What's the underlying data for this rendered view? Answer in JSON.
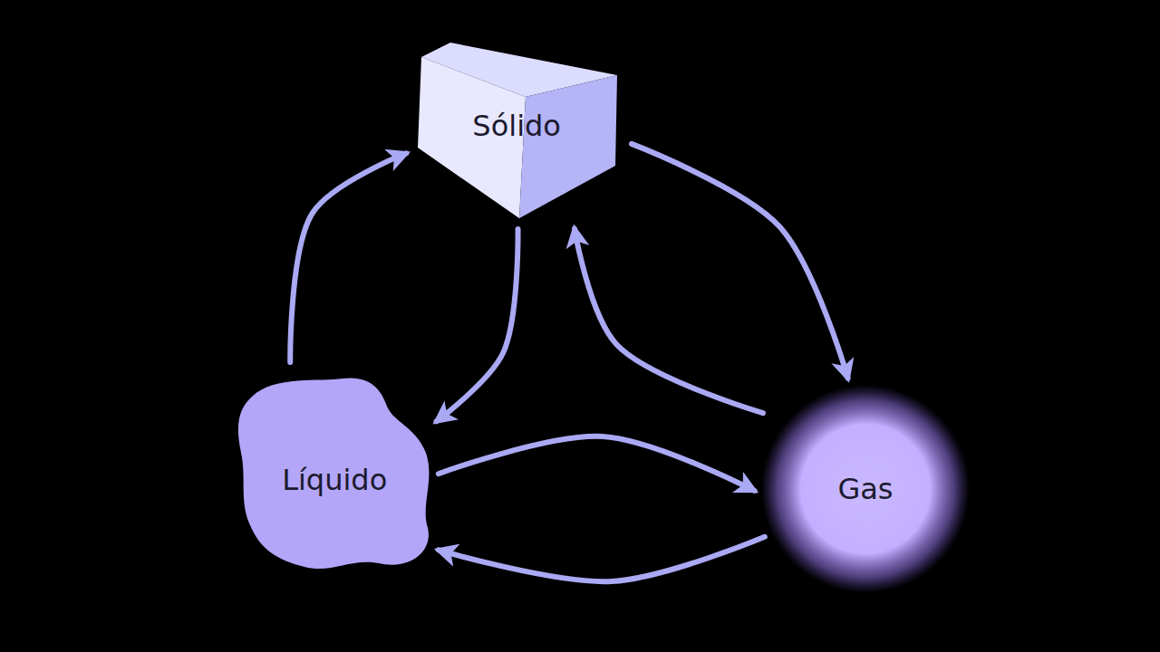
{
  "diagram": {
    "nodes": [
      {
        "text": [
          "Sólido"
        ]
      },
      {
        "text": [
          "Líquido"
        ]
      },
      {
        "text": [
          "Gas"
        ]
      }
    ],
    "edges": [
      {
        "from": 1,
        "to": 0,
        "arrow": "to"
      },
      {
        "from": 0,
        "to": 1,
        "arrow": "to"
      },
      {
        "from": 0,
        "to": 2,
        "arrow": "to"
      },
      {
        "from": 2,
        "to": 0,
        "arrow": "to"
      },
      {
        "from": 1,
        "to": 2,
        "arrow": "to"
      },
      {
        "from": 2,
        "to": 1,
        "arrow": "to"
      }
    ]
  }
}
